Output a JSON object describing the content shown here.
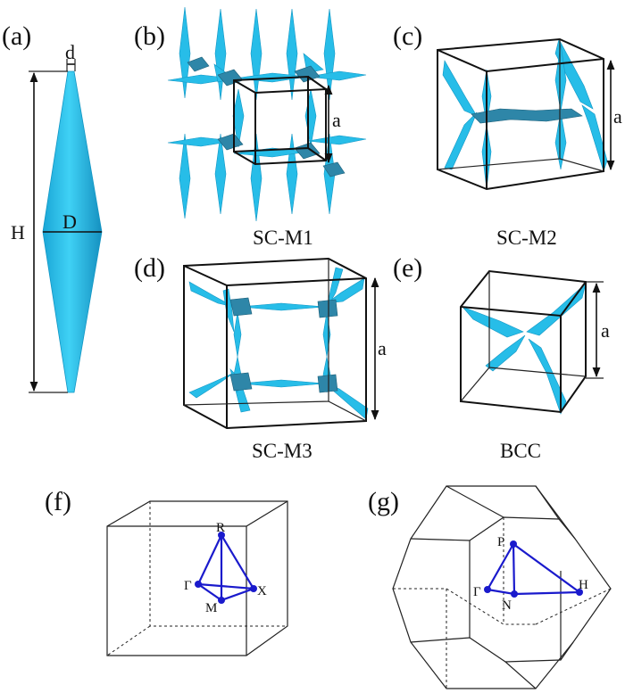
{
  "panels": {
    "a": {
      "tag": "(a)",
      "dims": {
        "d": "d",
        "D": "D",
        "H": "H"
      }
    },
    "b": {
      "tag": "(b)",
      "caption": "SC-M1",
      "dim": "a"
    },
    "c": {
      "tag": "(c)",
      "caption": "SC-M2",
      "dim": "a"
    },
    "d": {
      "tag": "(d)",
      "caption": "SC-M3",
      "dim": "a"
    },
    "e": {
      "tag": "(e)",
      "caption": "BCC",
      "dim": "a"
    },
    "f": {
      "tag": "(f)",
      "points": {
        "R": "R",
        "G": "Γ",
        "X": "X",
        "M": "M"
      }
    },
    "g": {
      "tag": "(g)",
      "points": {
        "P": "P",
        "G": "Γ",
        "H": "H",
        "N": "N"
      }
    }
  },
  "colors": {
    "strut": "#27bde8",
    "strut_dark": "#2e86a8",
    "path": "#1a1acc",
    "ink": "#111111"
  }
}
